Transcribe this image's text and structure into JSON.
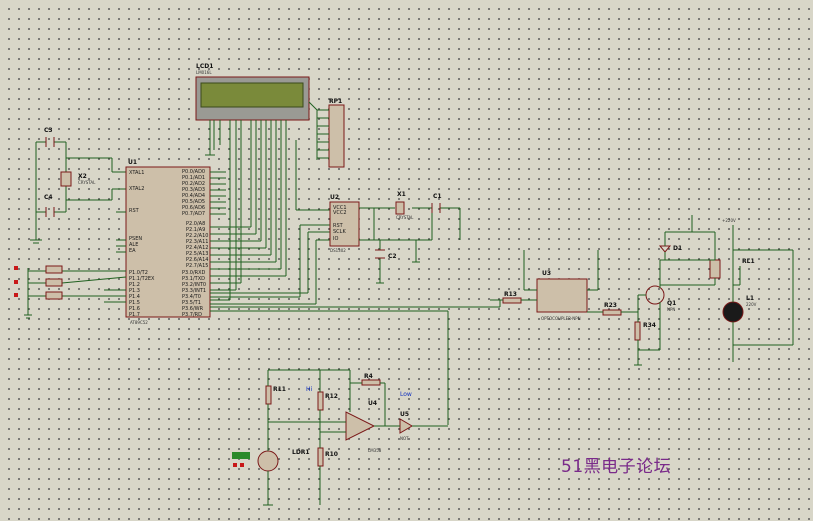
{
  "lcd": {
    "ref": "LCD1",
    "model": "LM016L"
  },
  "rp1": {
    "ref": "RP1"
  },
  "osc": {
    "c3": "C3",
    "c4": "C4",
    "x2": "X2",
    "x2_model": "CRYSTAL"
  },
  "mcu": {
    "ref": "U1",
    "model": "AT89C52"
  },
  "rtc": {
    "ref": "U2",
    "model": "DS1302",
    "x1": "X1",
    "x1_model": "CRYSTAL",
    "c1": "C1",
    "c2": "C2"
  },
  "output": {
    "u3": "U3",
    "u3_model": "OPTOCOUPLER-NPN",
    "r13": "R13",
    "r23": "R23",
    "r34": "R34",
    "q1": "Q1",
    "q1_model": "NPN",
    "d1": "D1",
    "rl1": "RL1",
    "l1": "L1",
    "l1_model": "220V",
    "ac": "+220V"
  },
  "sensor": {
    "r11": "R11",
    "r12": "R12",
    "r10": "R10",
    "ldr": "LDR1",
    "r4": "R4",
    "u4": "U4",
    "u4_model": "LM358",
    "u5": "U5",
    "u5_model": "NOT",
    "probe1": "Hi",
    "probe2": "Low"
  },
  "watermark": "51黑电子论坛"
}
